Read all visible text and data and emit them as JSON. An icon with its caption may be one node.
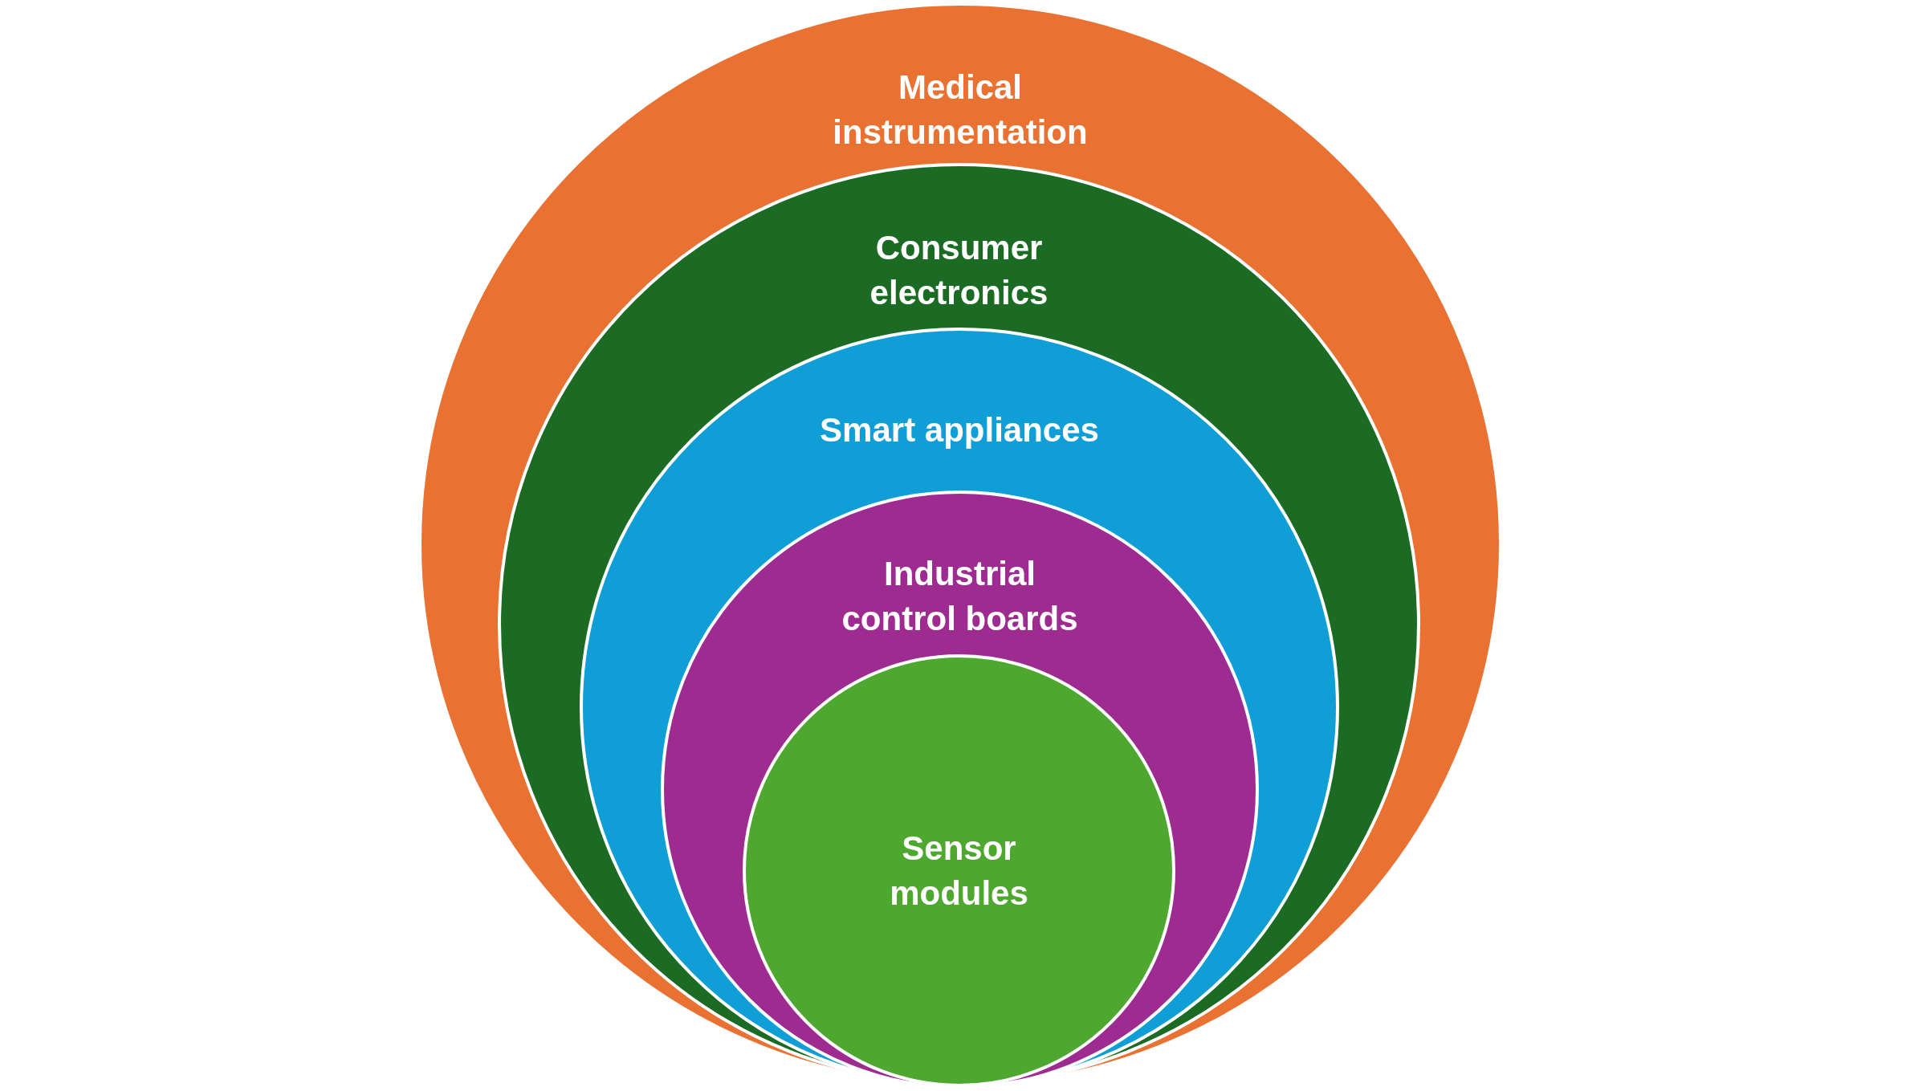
{
  "diagram": {
    "nodes": [
      {
        "text": [
          "Medical instrumentation"
        ]
      },
      {
        "text": [
          "Consumer electronics"
        ],
        "in": 0
      },
      {
        "text": [
          "Smart appliances"
        ],
        "in": 1
      },
      {
        "text": [
          "Industrial control boards"
        ],
        "in": 2
      },
      {
        "text": [
          "Sensor modules"
        ],
        "in": 3
      }
    ]
  }
}
